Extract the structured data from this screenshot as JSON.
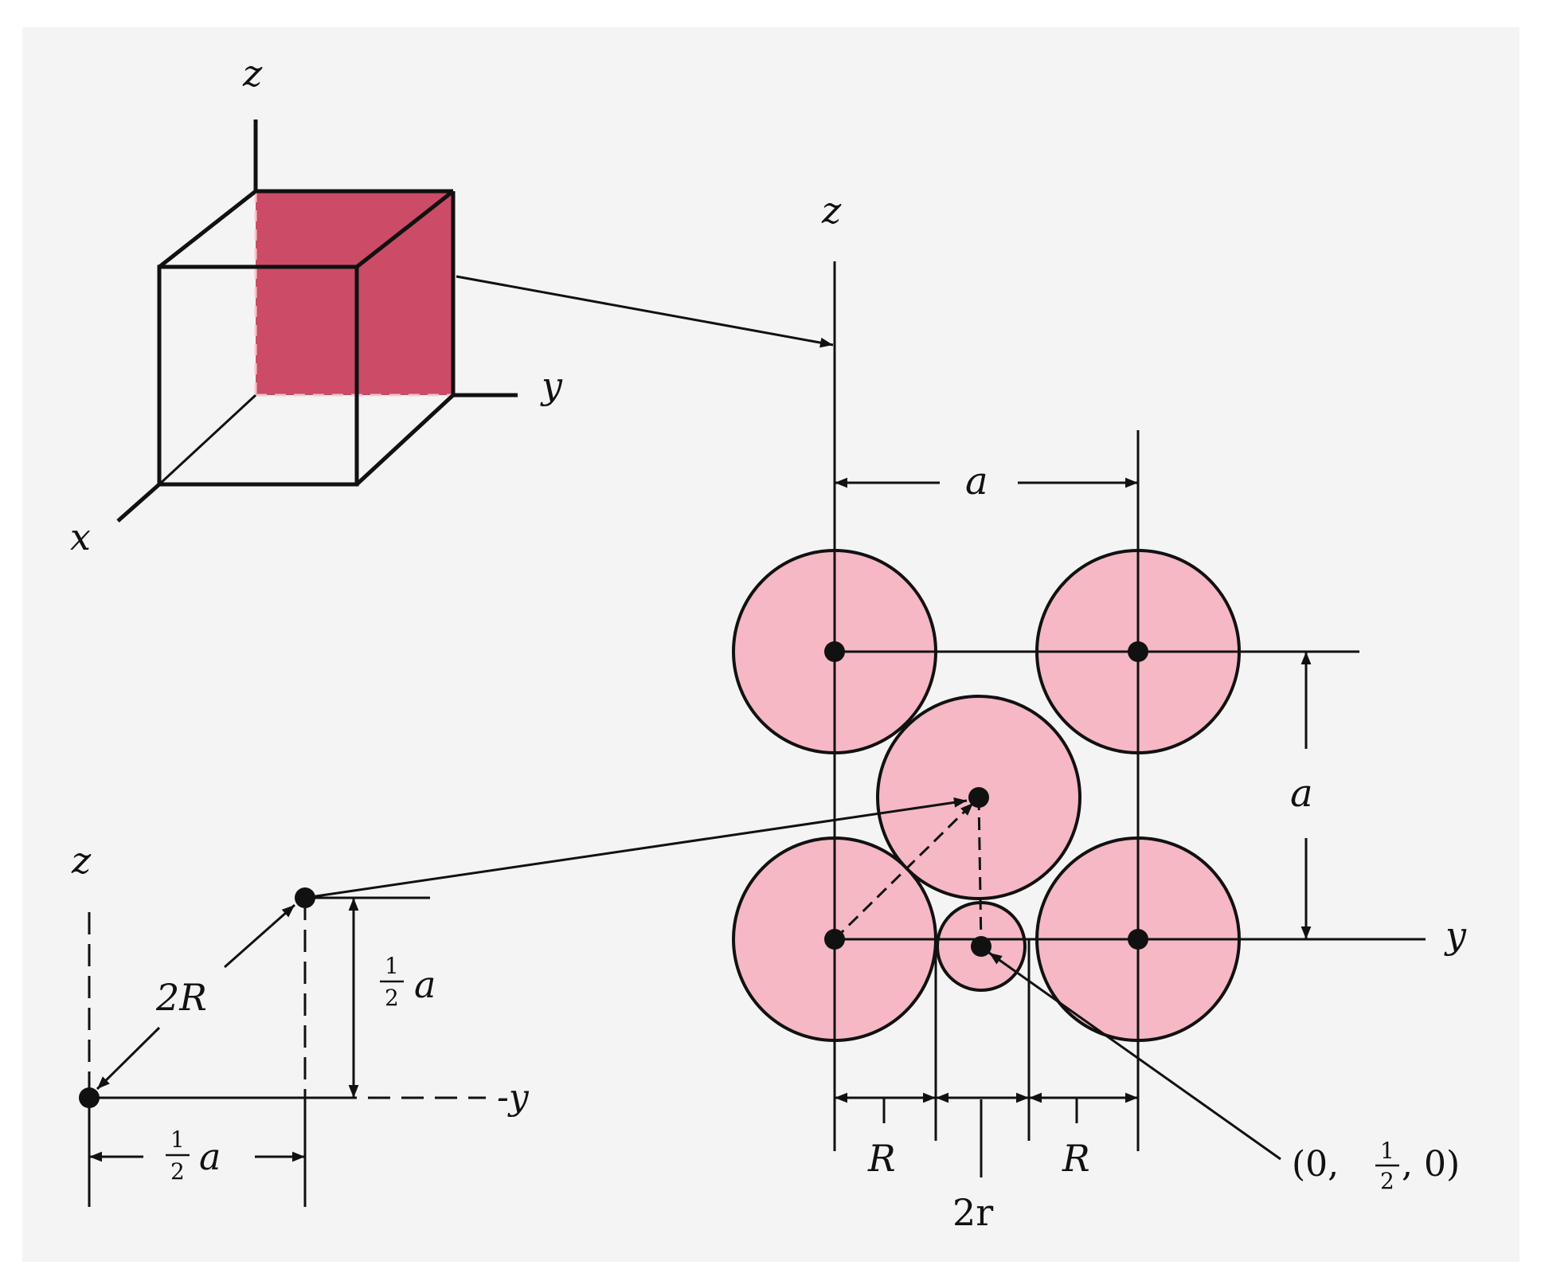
{
  "colors": {
    "face_fill": "#cc4b66",
    "atom_fill": "#f5b8c4",
    "stroke": "#111111",
    "background": "#f4f4f4"
  },
  "cube": {
    "z_label": "z",
    "y_label": "y",
    "x_label": "x"
  },
  "face_view": {
    "z_label": "z",
    "y_label": "y",
    "top_a_label": "a",
    "side_a_label": "a",
    "left_R_label": "R",
    "right_R_label": "R",
    "two_r_label": "2r",
    "position_prefix": "(0,",
    "position_frac_num": "1",
    "position_frac_den": "2",
    "position_suffix": ", 0)"
  },
  "detail": {
    "z_label": "z",
    "neg_y_label": "-y",
    "two_R_label": "2R",
    "vert_frac_num": "1",
    "vert_frac_den": "2",
    "vert_a": "a",
    "horiz_frac_num": "1",
    "horiz_frac_den": "2",
    "horiz_a": "a"
  }
}
